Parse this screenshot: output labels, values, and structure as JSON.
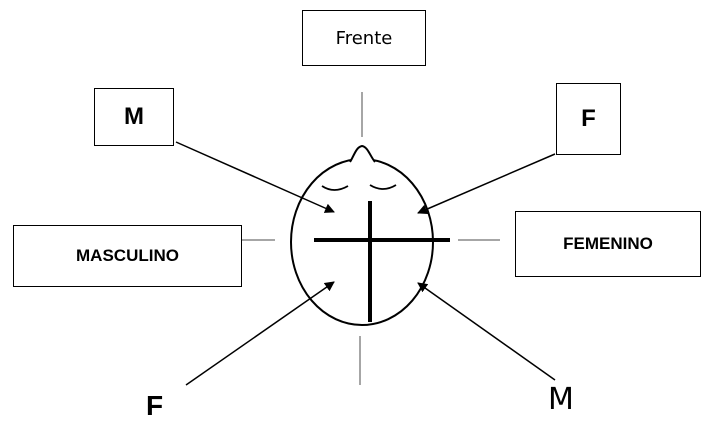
{
  "labels": {
    "front": "Frente",
    "top_left": "M",
    "top_right": "F",
    "left": "MASCULINO",
    "right": "FEMENINO",
    "bottom_left": "F",
    "bottom_right": "M"
  }
}
